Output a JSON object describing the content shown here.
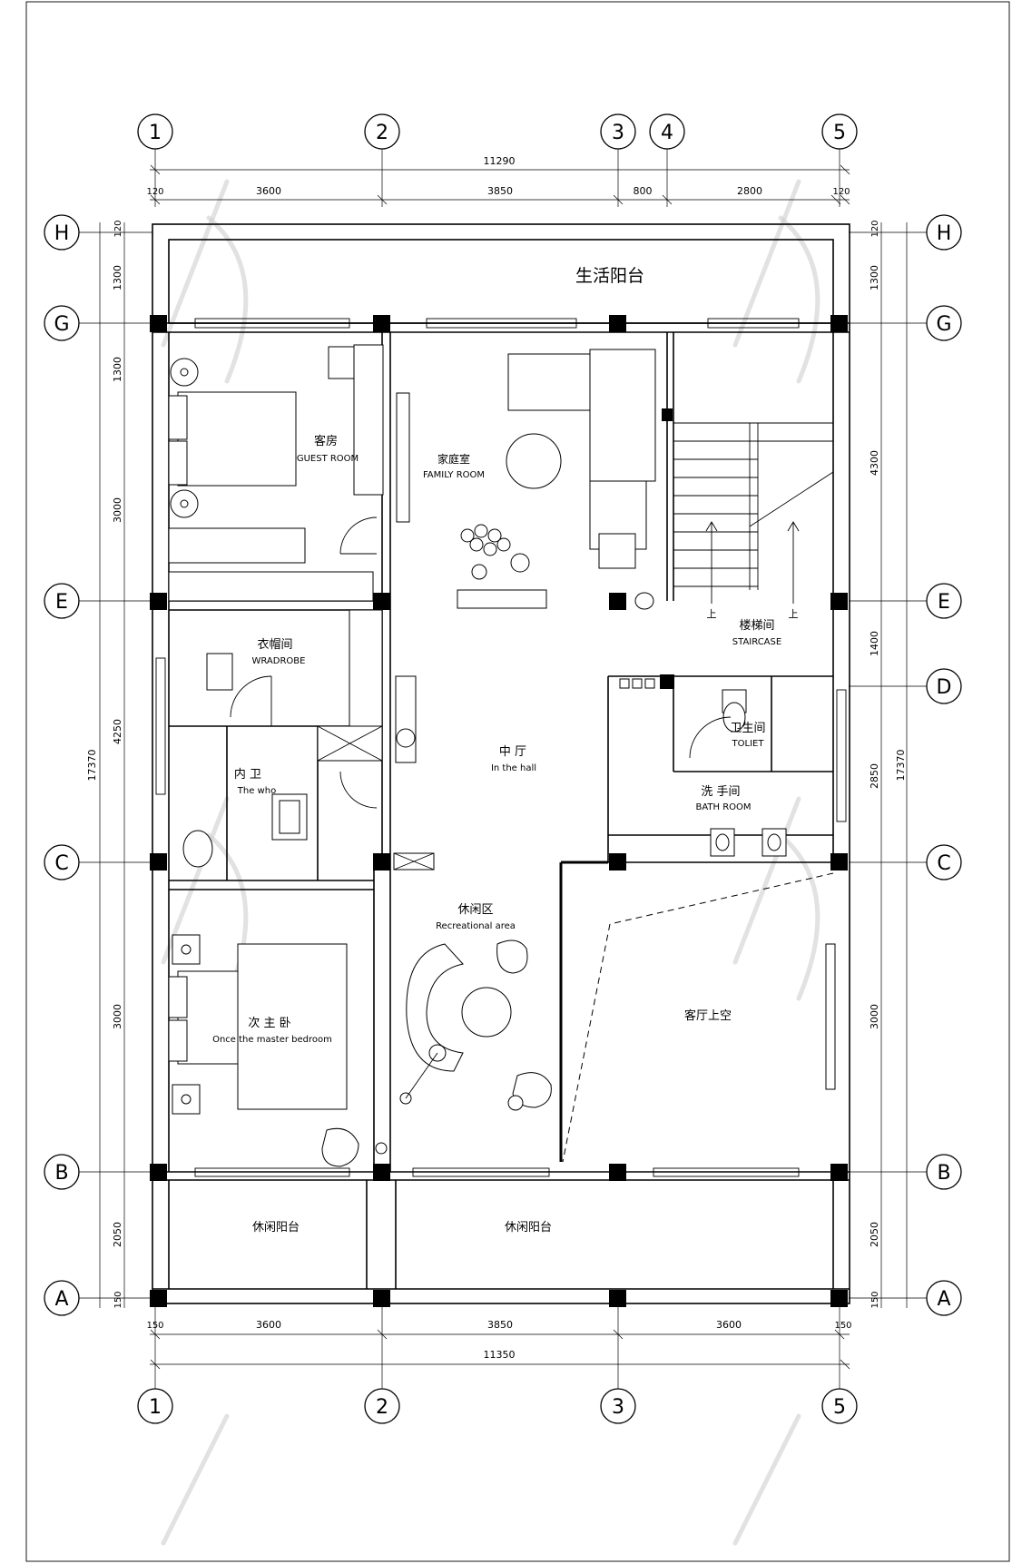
{
  "grid": {
    "top_axes": [
      "1",
      "2",
      "3",
      "4",
      "5"
    ],
    "bottom_axes": [
      "1",
      "2",
      "3",
      "5"
    ],
    "row_axes": [
      "H",
      "G",
      "E",
      "D",
      "C",
      "B",
      "A"
    ]
  },
  "dimensions": {
    "top_total": "11290",
    "top_segments": [
      "120",
      "3600",
      "3850",
      "800",
      "2800",
      "120"
    ],
    "bottom_total": "11350",
    "bottom_segments": [
      "150",
      "3600",
      "3850",
      "3600",
      "150"
    ],
    "left_segments": [
      "120",
      "1300",
      "1300",
      "3000",
      "4250",
      "3000",
      "2050",
      "150"
    ],
    "left_total": "17370",
    "right_segments": [
      "120",
      "1300",
      "4300",
      "1400",
      "2850",
      "3000",
      "2050",
      "150"
    ],
    "right_total": "17370"
  },
  "rooms": {
    "living_balcony": "生活阳台",
    "guest_room_cn": "客房",
    "guest_room_en": "GUEST ROOM",
    "family_room_cn": "家庭室",
    "family_room_en": "FAMILY ROOM",
    "wardrobe_cn": "衣帽间",
    "wardrobe_en": "WRADROBE",
    "inner_wc_cn": "内 卫",
    "inner_wc_en": "The who",
    "hall_cn": "中 厅",
    "hall_en": "In the hall",
    "staircase_cn": "楼梯间",
    "staircase_en": "STAIRCASE",
    "toilet_cn": "卫生间",
    "toilet_en": "TOLIET",
    "bath_cn": "洗 手间",
    "bath_en": "BATH ROOM",
    "recreation_cn": "休闲区",
    "recreation_en": "Recreational area",
    "second_master_cn": "次 主 卧",
    "second_master_en": "Once the master bedroom",
    "void_cn": "客厅上空",
    "balcony_left": "休闲阳台",
    "balcony_right": "休闲阳台",
    "stair_up_1": "上",
    "stair_up_2": "上"
  }
}
